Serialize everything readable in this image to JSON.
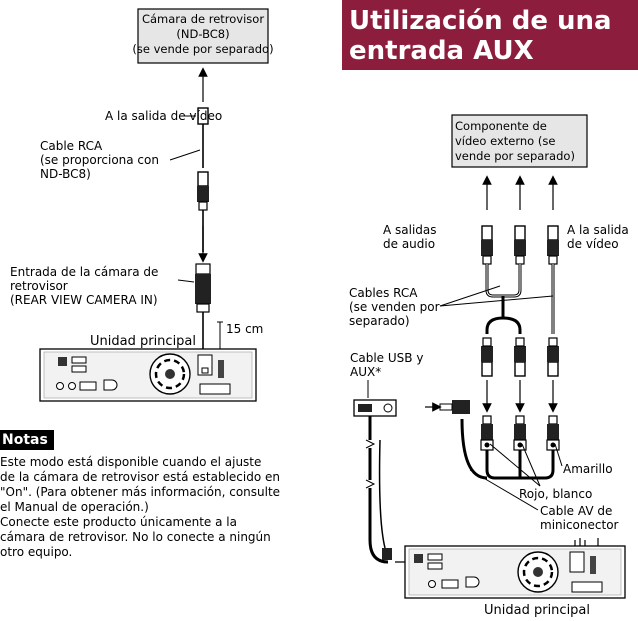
{
  "section_title": "Utilización de una entrada AUX",
  "left_diagram": {
    "camera_box": "Cámara de retrovisor\n(ND-BC8)\n(se vende por separado)",
    "video_out": "A la salida de vídeo",
    "rca_cable": "Cable RCA\n(se proporciona con\nND-BC8)",
    "camera_input": "Entrada de la cámara de\nretrovisor\n(REAR VIEW CAMERA IN)",
    "distance": "15 cm",
    "main_unit": "Unidad principal"
  },
  "right_diagram": {
    "component_box": "Componente de\nvídeo externo (se\nvende por separado)",
    "audio_out": "A salidas\nde audio",
    "video_out": "A la salida\nde vídeo",
    "rca_cables": "Cables RCA\n(se venden por\nseparado)",
    "usb_aux_cable": "Cable USB y\nAUX*",
    "yellow": "Amarillo",
    "red_white": "Rojo, blanco",
    "av_cable": "Cable AV de\nminiconector",
    "main_unit": "Unidad principal"
  },
  "notes": {
    "heading": "Notas",
    "items": [
      "Este modo está disponible cuando el ajuste\nde la cámara de retrovisor está establecido en\n\"On\". (Para obtener más información, consulte\nel Manual de operación.)",
      "Conecte este producto únicamente a la\ncámara de retrovisor. No lo conecte a ningún\notro equipo."
    ]
  },
  "colors": {
    "title_band": "#8d1d3c",
    "box_fill": "#e6e6e6"
  }
}
